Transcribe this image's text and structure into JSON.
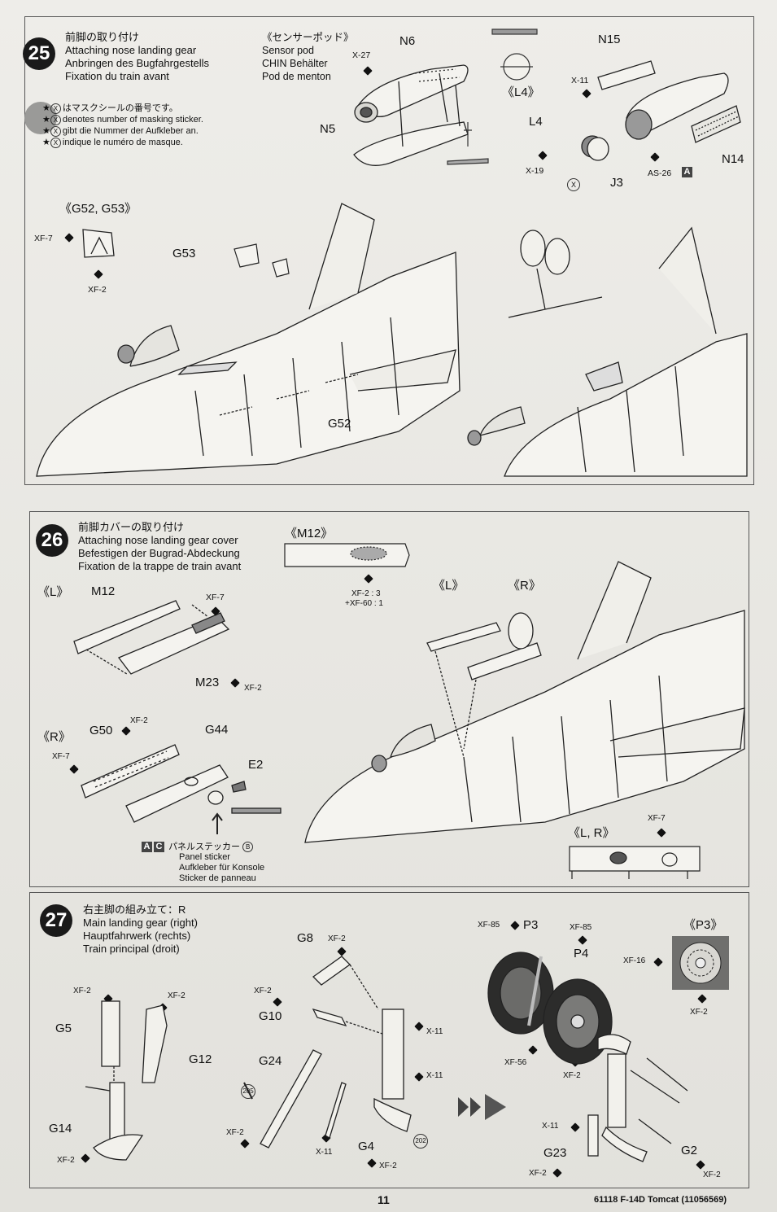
{
  "page": {
    "number": "11",
    "footer": "61118 F-14D Tomcat (11056569)"
  },
  "step25": {
    "number": "25",
    "title_jp": "前脚の取り付け",
    "title_en": "Attaching nose landing gear",
    "title_de": "Anbringen des Bugfahrgestells",
    "title_fr": "Fixation du train avant",
    "mask_jp": "はマスクシールの番号です。",
    "mask_en": "denotes number of masking sticker.",
    "mask_de": "gibt die Nummer der Aufkleber an.",
    "mask_fr": "indique le numéro de masque.",
    "mask_symbol": "X",
    "sensor_jp": "《センサーポッド》",
    "sensor_en": "Sensor pod",
    "sensor_de": "CHIN Behälter",
    "sensor_fr": "Pod de menton",
    "labels": {
      "x27": "X-27",
      "n6": "N6",
      "n5": "N5",
      "l4view": "《L4》",
      "n15": "N15",
      "x11": "X-11",
      "l4": "L4",
      "x19": "X-19",
      "xmark": "X",
      "j3": "J3",
      "as26": "AS-26",
      "as26box": "A",
      "n14": "N14",
      "g52g53": "《G52, G53》",
      "xf7": "XF-7",
      "xf2": "XF-2",
      "g53": "G53",
      "g52": "G52"
    }
  },
  "step26": {
    "number": "26",
    "title_jp": "前脚カバーの取り付け",
    "title_en": "Attaching nose landing gear cover",
    "title_de": "Befestigen der Bugrad-Abdeckung",
    "title_fr": "Fixation de la trappe de train avant",
    "labels": {
      "m12view": "《M12》",
      "mix1": "XF-2 : 3",
      "mix2": "+XF-60 : 1",
      "lview": "《L》",
      "rview": "《R》",
      "lview2": "《L》",
      "rview2": "《R》",
      "m12": "M12",
      "xf7a": "XF-7",
      "m23": "M23",
      "xf2a": "XF-2",
      "xf2b": "XF-2",
      "g50": "G50",
      "g44": "G44",
      "xf7b": "XF-7",
      "e2": "E2",
      "lrview": "《L, R》",
      "xf7c": "XF-7"
    },
    "sticker_jp": "パネルステッカー",
    "sticker_mark": "B",
    "sticker_boxes": [
      "A",
      "C"
    ],
    "sticker_en": "Panel sticker",
    "sticker_de": "Aufkleber für Konsole",
    "sticker_fr": "Sticker de panneau"
  },
  "step27": {
    "number": "27",
    "title_jp": "右主脚の組み立て：R",
    "title_en": "Main landing gear (right)",
    "title_de": "Hauptfahrwerk (rechts)",
    "title_fr": "Train principal (droit)",
    "labels": {
      "xf2a": "XF-2",
      "xf2b": "XF-2",
      "g5": "G5",
      "g12": "G12",
      "g14": "G14",
      "xf2c": "XF-2",
      "g8": "G8",
      "xf2d": "XF-2",
      "xf2e": "XF-2",
      "g10": "G10",
      "x11a": "X-11",
      "g24": "G24",
      "x11b": "X-11",
      "m205": "205",
      "xf2f": "XF-2",
      "x11c": "X-11",
      "g4": "G4",
      "xf2g": "XF-2",
      "m202": "202",
      "xf85a": "XF-85",
      "p3": "P3",
      "xf85b": "XF-85",
      "p4": "P4",
      "p3view": "《P3》",
      "xf16": "XF-16",
      "xf2h": "XF-2",
      "xf56": "XF-56",
      "xf2i": "XF-2",
      "x11d": "X-11",
      "g23": "G23",
      "xf2j": "XF-2",
      "g2": "G2",
      "xf2k": "XF-2"
    }
  }
}
